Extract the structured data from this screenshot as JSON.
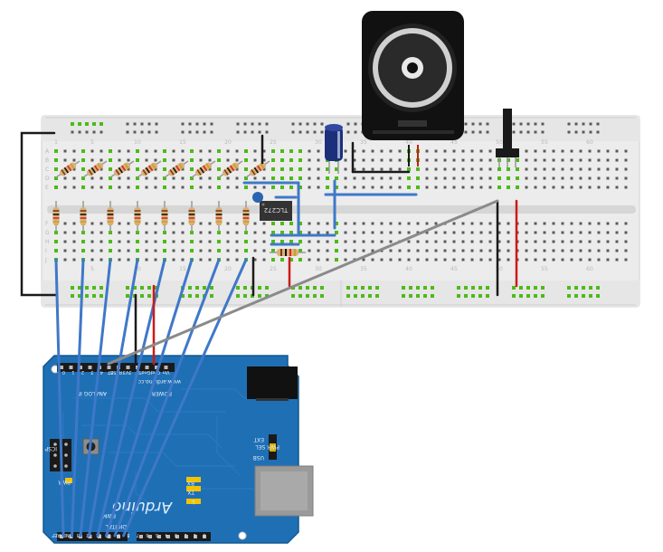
{
  "breadboard": {
    "row_letters_top": [
      "A",
      "B",
      "C",
      "D",
      "E"
    ],
    "row_letters_bottom": [
      "F",
      "G",
      "H",
      "I",
      "J"
    ],
    "column_numbers": [
      "1",
      "5",
      "10",
      "15",
      "20",
      "25",
      "30",
      "35",
      "40",
      "45",
      "50",
      "55",
      "60"
    ]
  },
  "arduino": {
    "brand": "Arduino",
    "url": "www.arduino.cc",
    "power_label": "POWER",
    "power_pins": [
      "RESET",
      "3V3",
      "5V",
      "Gnd",
      "Gnd",
      "Vin"
    ],
    "analog_label": "ANALOG IN",
    "analog_pins": [
      "0",
      "1",
      "2",
      "3",
      "4",
      "5"
    ],
    "digital_label": "DIGITAL",
    "pwm_label": "PWM",
    "digital_pins": [
      "AREF",
      "GND",
      "13",
      "12",
      "11",
      "10",
      "9",
      "8",
      "7",
      "6",
      "5",
      "4",
      "3",
      "2",
      "1",
      "0"
    ],
    "pwr_sel": "PWR SEL",
    "ext": "EXT",
    "usb": "USB",
    "icsp": "ICSP",
    "tx": "TX",
    "rx": "RX",
    "l": "L",
    "pwr_led": "PWR"
  },
  "chip": {
    "label": "TLC272"
  },
  "colors": {
    "board_bg": "#eeeeee",
    "breadboard_hole": "#5a5a5a",
    "connected_hole": "#4cbb17",
    "wire_blue": "#3f78c8",
    "wire_red": "#cc1a1a",
    "wire_black": "#1a1a1a",
    "wire_gray": "#8a8a8a",
    "arduino_blue": "#1f6fb5",
    "arduino_dark": "#185a95"
  }
}
